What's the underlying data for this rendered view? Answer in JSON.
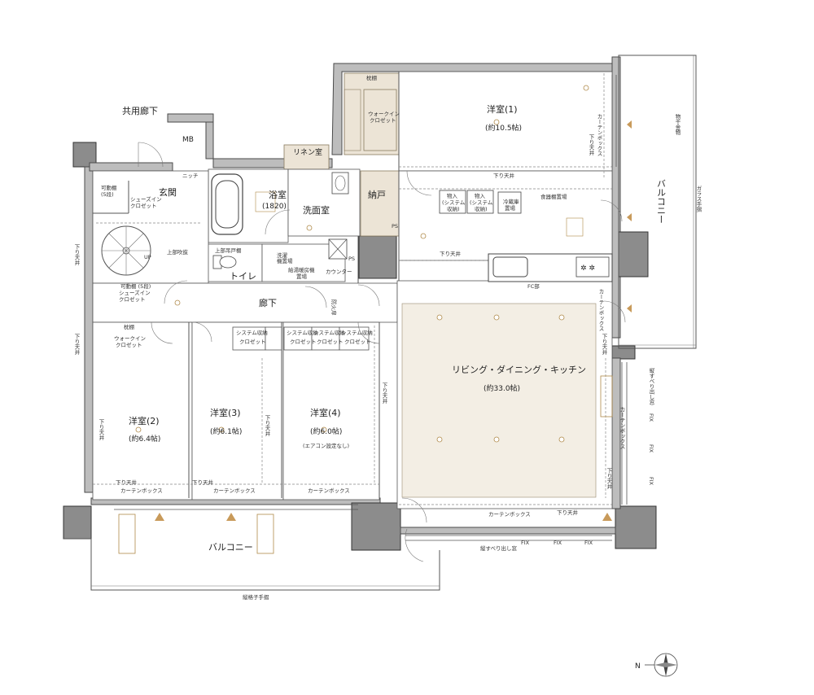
{
  "labels": {
    "common_corridor": "共用廊下",
    "mb": "MB",
    "niche": "ニッチ",
    "entrance": "玄関",
    "shoes_in_closet": "シューズイン\nクロゼット",
    "shoes_in_closet_2": "シューズイン\nクロゼット",
    "movable_shelf_5": "可動棚\n(5段)",
    "movable_shelf_5b": "可動棚\n(5段)",
    "bath": "浴室",
    "bath_size": "(1820)",
    "linen": "リネン室",
    "washroom": "洗面室",
    "nando": "納戸",
    "ps": "PS",
    "ps2": "PS",
    "toilet": "トイレ",
    "upper_cabinet": "上部吊戸棚",
    "laundry_shelf": "洗濯機置場",
    "water_heater": "給湯暖房機置場",
    "counter": "カウンター",
    "upper_open": "上部吹抜",
    "up": "UP",
    "hall": "廊下",
    "fire_door": "防火扉",
    "pillow_shelf": "枕棚",
    "walkin_closet": "ウォークイン\nクロゼット",
    "walkin_closet_2": "ウォークイン\nクロゼット",
    "western1": "洋室(1)",
    "western1_size": "(約10.5帖)",
    "western2": "洋室(2)",
    "western2_size": "(約6.4帖)",
    "western3": "洋室(3)",
    "western3_size": "(約6.1帖)",
    "western4": "洋室(4)",
    "western4_size": "(約6.0帖)",
    "western4_note": "(エアコン設定なし)",
    "ldk": "リビング・ダイニング・キッチン",
    "ldk_size": "(約33.0帖)",
    "system_closet": "システム収納\nクロゼット",
    "storage_system": "物入\n(システム\n収納)",
    "fridge": "冷蔵庫\n置場",
    "dish_shelf": "食器棚置場",
    "fc": "FC部",
    "balcony_bottom": "バルコニー",
    "balcony_right": "バルコニー",
    "curtain_box": "カーテンボックス",
    "lowered_ceiling": "下り天井",
    "fix": "FIX",
    "vertical_slide_window": "縦すべり出し窓",
    "vertical_grid_rail": "縦格子手摺",
    "glass_rail": "ガラス手摺",
    "clothes_dryer": "物干金物",
    "north": "N"
  },
  "colors": {
    "wall": "#bdbdbd",
    "wall_dark": "#8c8c8c",
    "storage_tan": "#ece4d6",
    "ldk_floor": "#f3eee4",
    "outlet": "#b08a4a"
  },
  "icons": [
    "compass-icon",
    "spiral-stair-icon",
    "bathtub-icon",
    "toilet-icon",
    "stove-icon",
    "sink-icon",
    "door-swing-icon"
  ]
}
